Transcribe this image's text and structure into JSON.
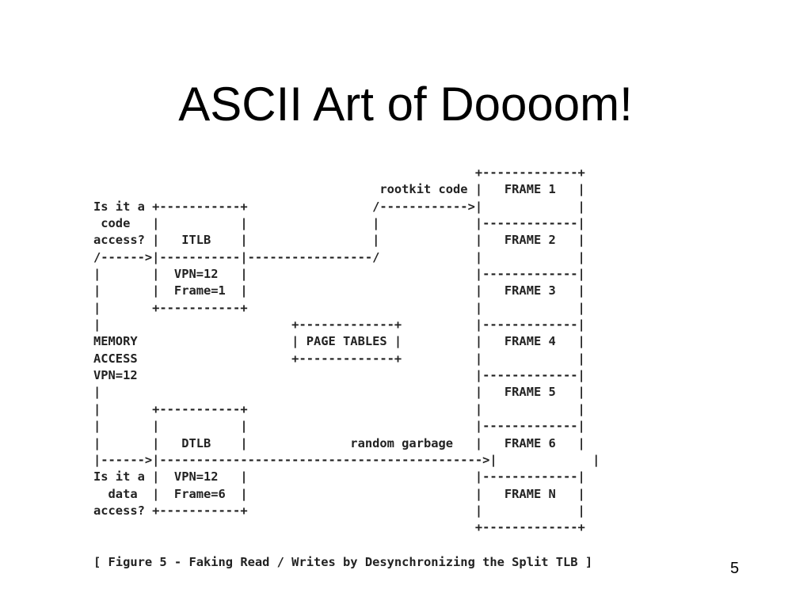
{
  "slide": {
    "title": "ASCII Art of Doooom!",
    "page_number": "5"
  },
  "figure": {
    "ascii_art": "                                                    +-------------+\n                                       rootkit code |   FRAME 1   |\nIs it a +-----------+                 /------------>|             |\n code   |           |                 |             |-------------|\naccess? |   ITLB    |                 |             |   FRAME 2   |\n/------>|-----------|-----------------/             |             |\n|       |  VPN=12   |                               |-------------|\n|       |  Frame=1  |                               |   FRAME 3   |\n|       +-----------+                               |             |\n|                          +-------------+          |-------------|\nMEMORY                     | PAGE TABLES |          |   FRAME 4   |\nACCESS                     +-------------+          |             |\nVPN=12                                              |-------------|\n|                                                   |   FRAME 5   |\n|       +-----------+                               |             |\n|       |           |                               |-------------|\n|       |   DTLB    |              random garbage   |   FRAME 6   |\n|------>|-------------------------------------------->|             |\nIs it a |  VPN=12   |                               |-------------|\n  data  |  Frame=6  |                               |   FRAME N   |\naccess? +-----------+                               |             |\n                                                    +-------------+",
    "caption": "[ Figure 5 - Faking Read / Writes by Desynchronizing the Split TLB ]"
  }
}
